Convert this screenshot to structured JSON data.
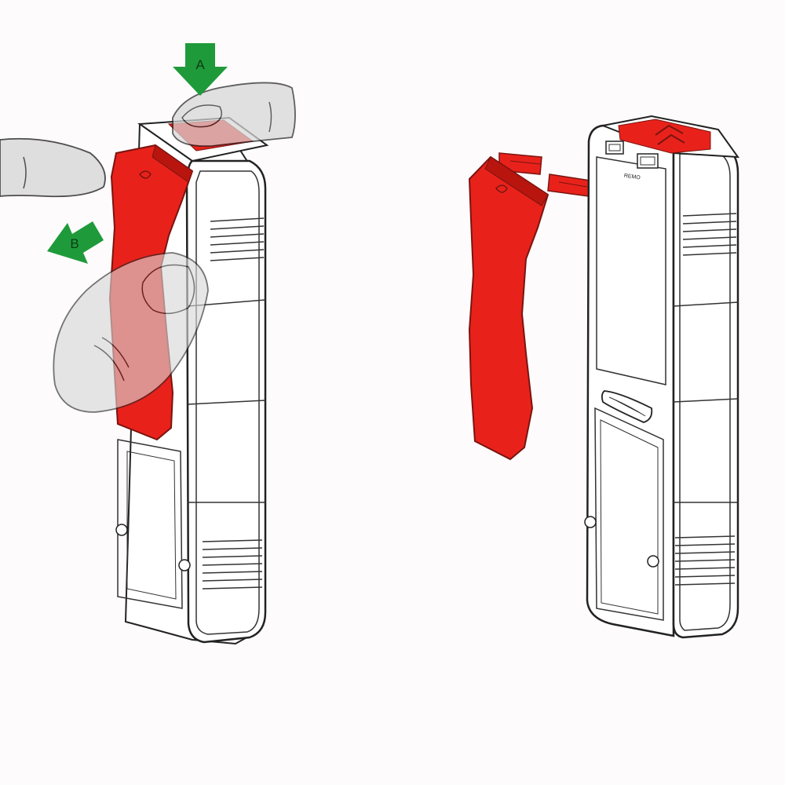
{
  "arrows": {
    "a": {
      "label": "A",
      "color": "#1f9a3b"
    },
    "b": {
      "label": "B",
      "color": "#1f9a3b"
    }
  },
  "device": {
    "small_label": "REMO",
    "outline_color": "#222222",
    "body_color": "#ffffff"
  },
  "clip": {
    "color": "#e8221b",
    "edge_color": "#7a1410"
  },
  "finger": {
    "color": "#d7d7d7"
  }
}
